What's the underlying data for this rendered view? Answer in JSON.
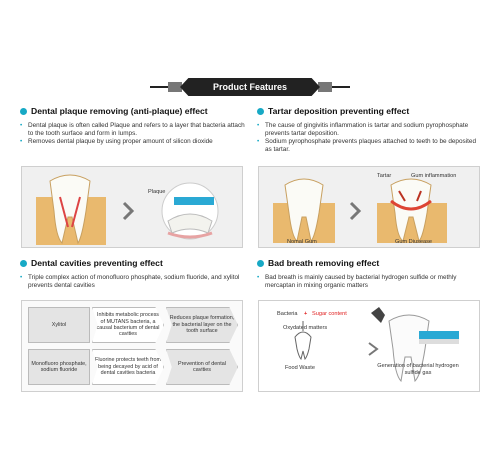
{
  "header": {
    "title": "Product Features"
  },
  "sections": {
    "plaque": {
      "title": "Dental plaque removing (anti‐plaque) effect",
      "bullets": [
        "Dental plaque is often called Plaque and refers to a layer that bacteria attach to the tooth surface and form in lumps.",
        "Removes dental plaque by using proper amount of silicon dioxide"
      ],
      "image_label": "Plaque"
    },
    "tartar": {
      "title": "Tartar deposition preventing effect",
      "bullets": [
        "The cause of gingivitis inflammation is tartar and sodium pyrophosphate prevents tartar deposition.",
        "Sodium pyrophosphate prevents  plaques attached to teeth to be deposited as tartar."
      ],
      "labels": {
        "tartar": "Tartar",
        "gum_inflammation": "Gum inflammation",
        "normal_gum": "Nomal Gum",
        "gum_disease": "Gum Diusease"
      }
    },
    "cavities": {
      "title": "Dental cavities preventing effect",
      "bullets": [
        "Triple complex action of monofluoro phosphate, sodium fluoride, and xylitol prevents dental cavities"
      ],
      "rows": [
        [
          "Xylitol",
          "Inhibits metabolic process of MUTANS bacteria, a causal bacterium of dental cavities",
          "Reduces plaque formation, the bacterial layer on the tooth surface"
        ],
        [
          "Monofluoro phosphate, sodium fluoride",
          "Fluorine protects teeth from being decayed by acid of dental cavities bacteria",
          "Prevention of dental cavities"
        ]
      ]
    },
    "breath": {
      "title": "Bad breath removing effect",
      "bullets": [
        "Bad breath is mainly caused by bacterial hydrogen sulfide or methly mercaptan in mixing organic matters"
      ],
      "labels": {
        "bacteria": "Bacteria",
        "plus": "+",
        "sugar": "Sugar content",
        "oxydated": "Oxydated matters",
        "food_waste": "Food Waste",
        "generation": "Generation of bacterial hydrogen sulfide gas"
      }
    }
  },
  "colors": {
    "accent": "#17a9c5",
    "banner": "#222222",
    "sugar": "#e02020"
  }
}
